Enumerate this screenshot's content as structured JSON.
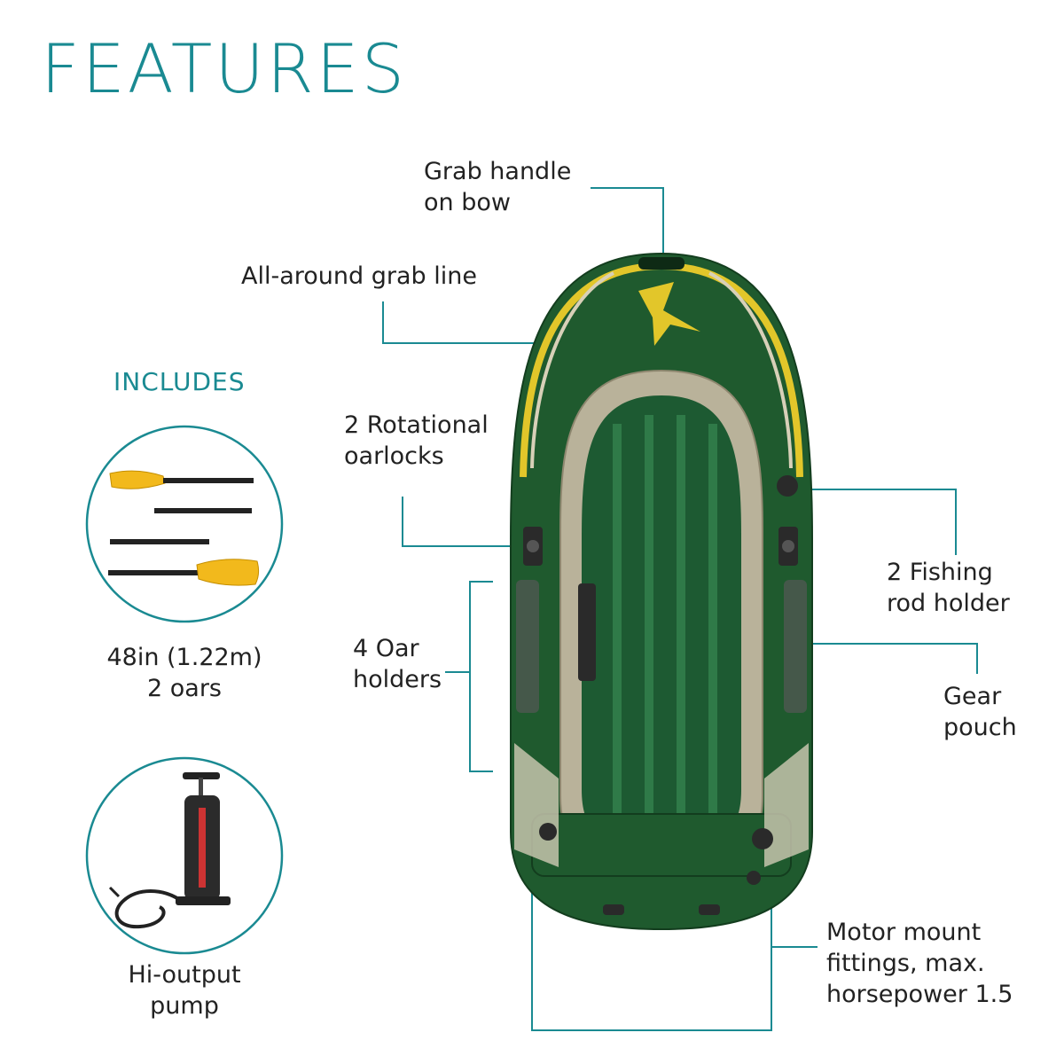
{
  "heading": "FEATURES",
  "includes_heading": "INCLUDES",
  "includes": {
    "oars_label": "48in (1.22m)\n2 oars",
    "pump_label": "Hi-output\npump"
  },
  "callouts": {
    "grab_handle": "Grab handle\non bow",
    "grab_line": "All-around grab line",
    "oarlocks": "2 Rotational\noarlocks",
    "oar_holders": "4 Oar\nholders",
    "fishing_rod": "2 Fishing\nrod holder",
    "gear_pouch": "Gear\npouch",
    "motor_mount": "Motor mount\nfittings, max.\nhorsepower 1.5"
  },
  "colors": {
    "accent": "#1a8a92",
    "boat_green": "#1f5a2e",
    "boat_yellow": "#e2c62a",
    "boat_beige": "#b9b29a"
  }
}
